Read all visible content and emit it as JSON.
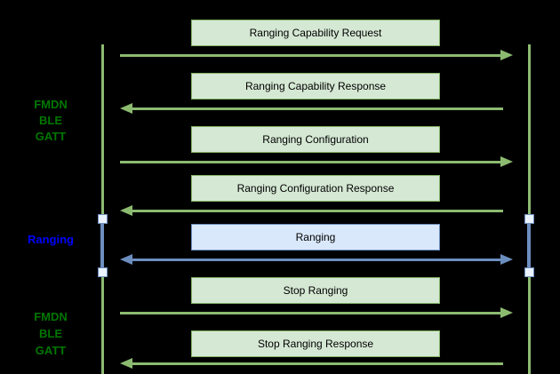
{
  "colors": {
    "background": "#000000",
    "green_box_fill": "#d5e8d4",
    "green_box_border": "#82b366",
    "green_arrow": "#8cbb70",
    "blue_box_fill": "#dae8fc",
    "blue_box_border": "#6c8ebf",
    "blue_arrow": "#6c8ebf",
    "label_green": "#007700",
    "label_blue": "#0000ff"
  },
  "side_labels": [
    {
      "id": "fmdn-ble-gatt-top",
      "lines": [
        "FMDN",
        "BLE",
        "GATT"
      ],
      "color": "#007700"
    },
    {
      "id": "ranging",
      "lines": [
        "Ranging"
      ],
      "color": "#0000ff"
    },
    {
      "id": "fmdn-ble-gatt-bottom",
      "lines": [
        "FMDN",
        "BLE",
        "GATT"
      ],
      "color": "#007700"
    }
  ],
  "messages": [
    {
      "label": "Ranging Capability Request",
      "direction": "right",
      "style": "green"
    },
    {
      "label": "Ranging Capability Response",
      "direction": "left",
      "style": "green"
    },
    {
      "label": "Ranging Configuration",
      "direction": "right",
      "style": "green"
    },
    {
      "label": "Ranging Configuration Response",
      "direction": "left",
      "style": "green"
    },
    {
      "label": "Ranging",
      "direction": "both",
      "style": "blue"
    },
    {
      "label": "Stop Ranging",
      "direction": "right",
      "style": "green"
    },
    {
      "label": "Stop Ranging Response",
      "direction": "left",
      "style": "green"
    }
  ]
}
